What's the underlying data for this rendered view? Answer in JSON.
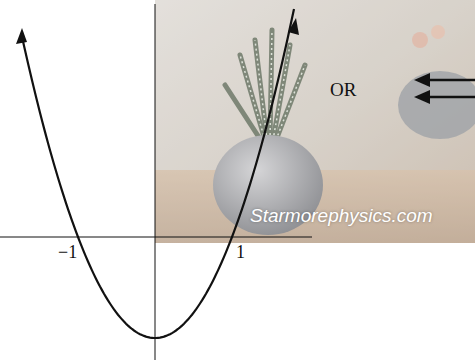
{
  "diagram": {
    "labels": [
      "−1",
      "1",
      "OR",
      "Starmorephysics.com"
    ]
  }
}
